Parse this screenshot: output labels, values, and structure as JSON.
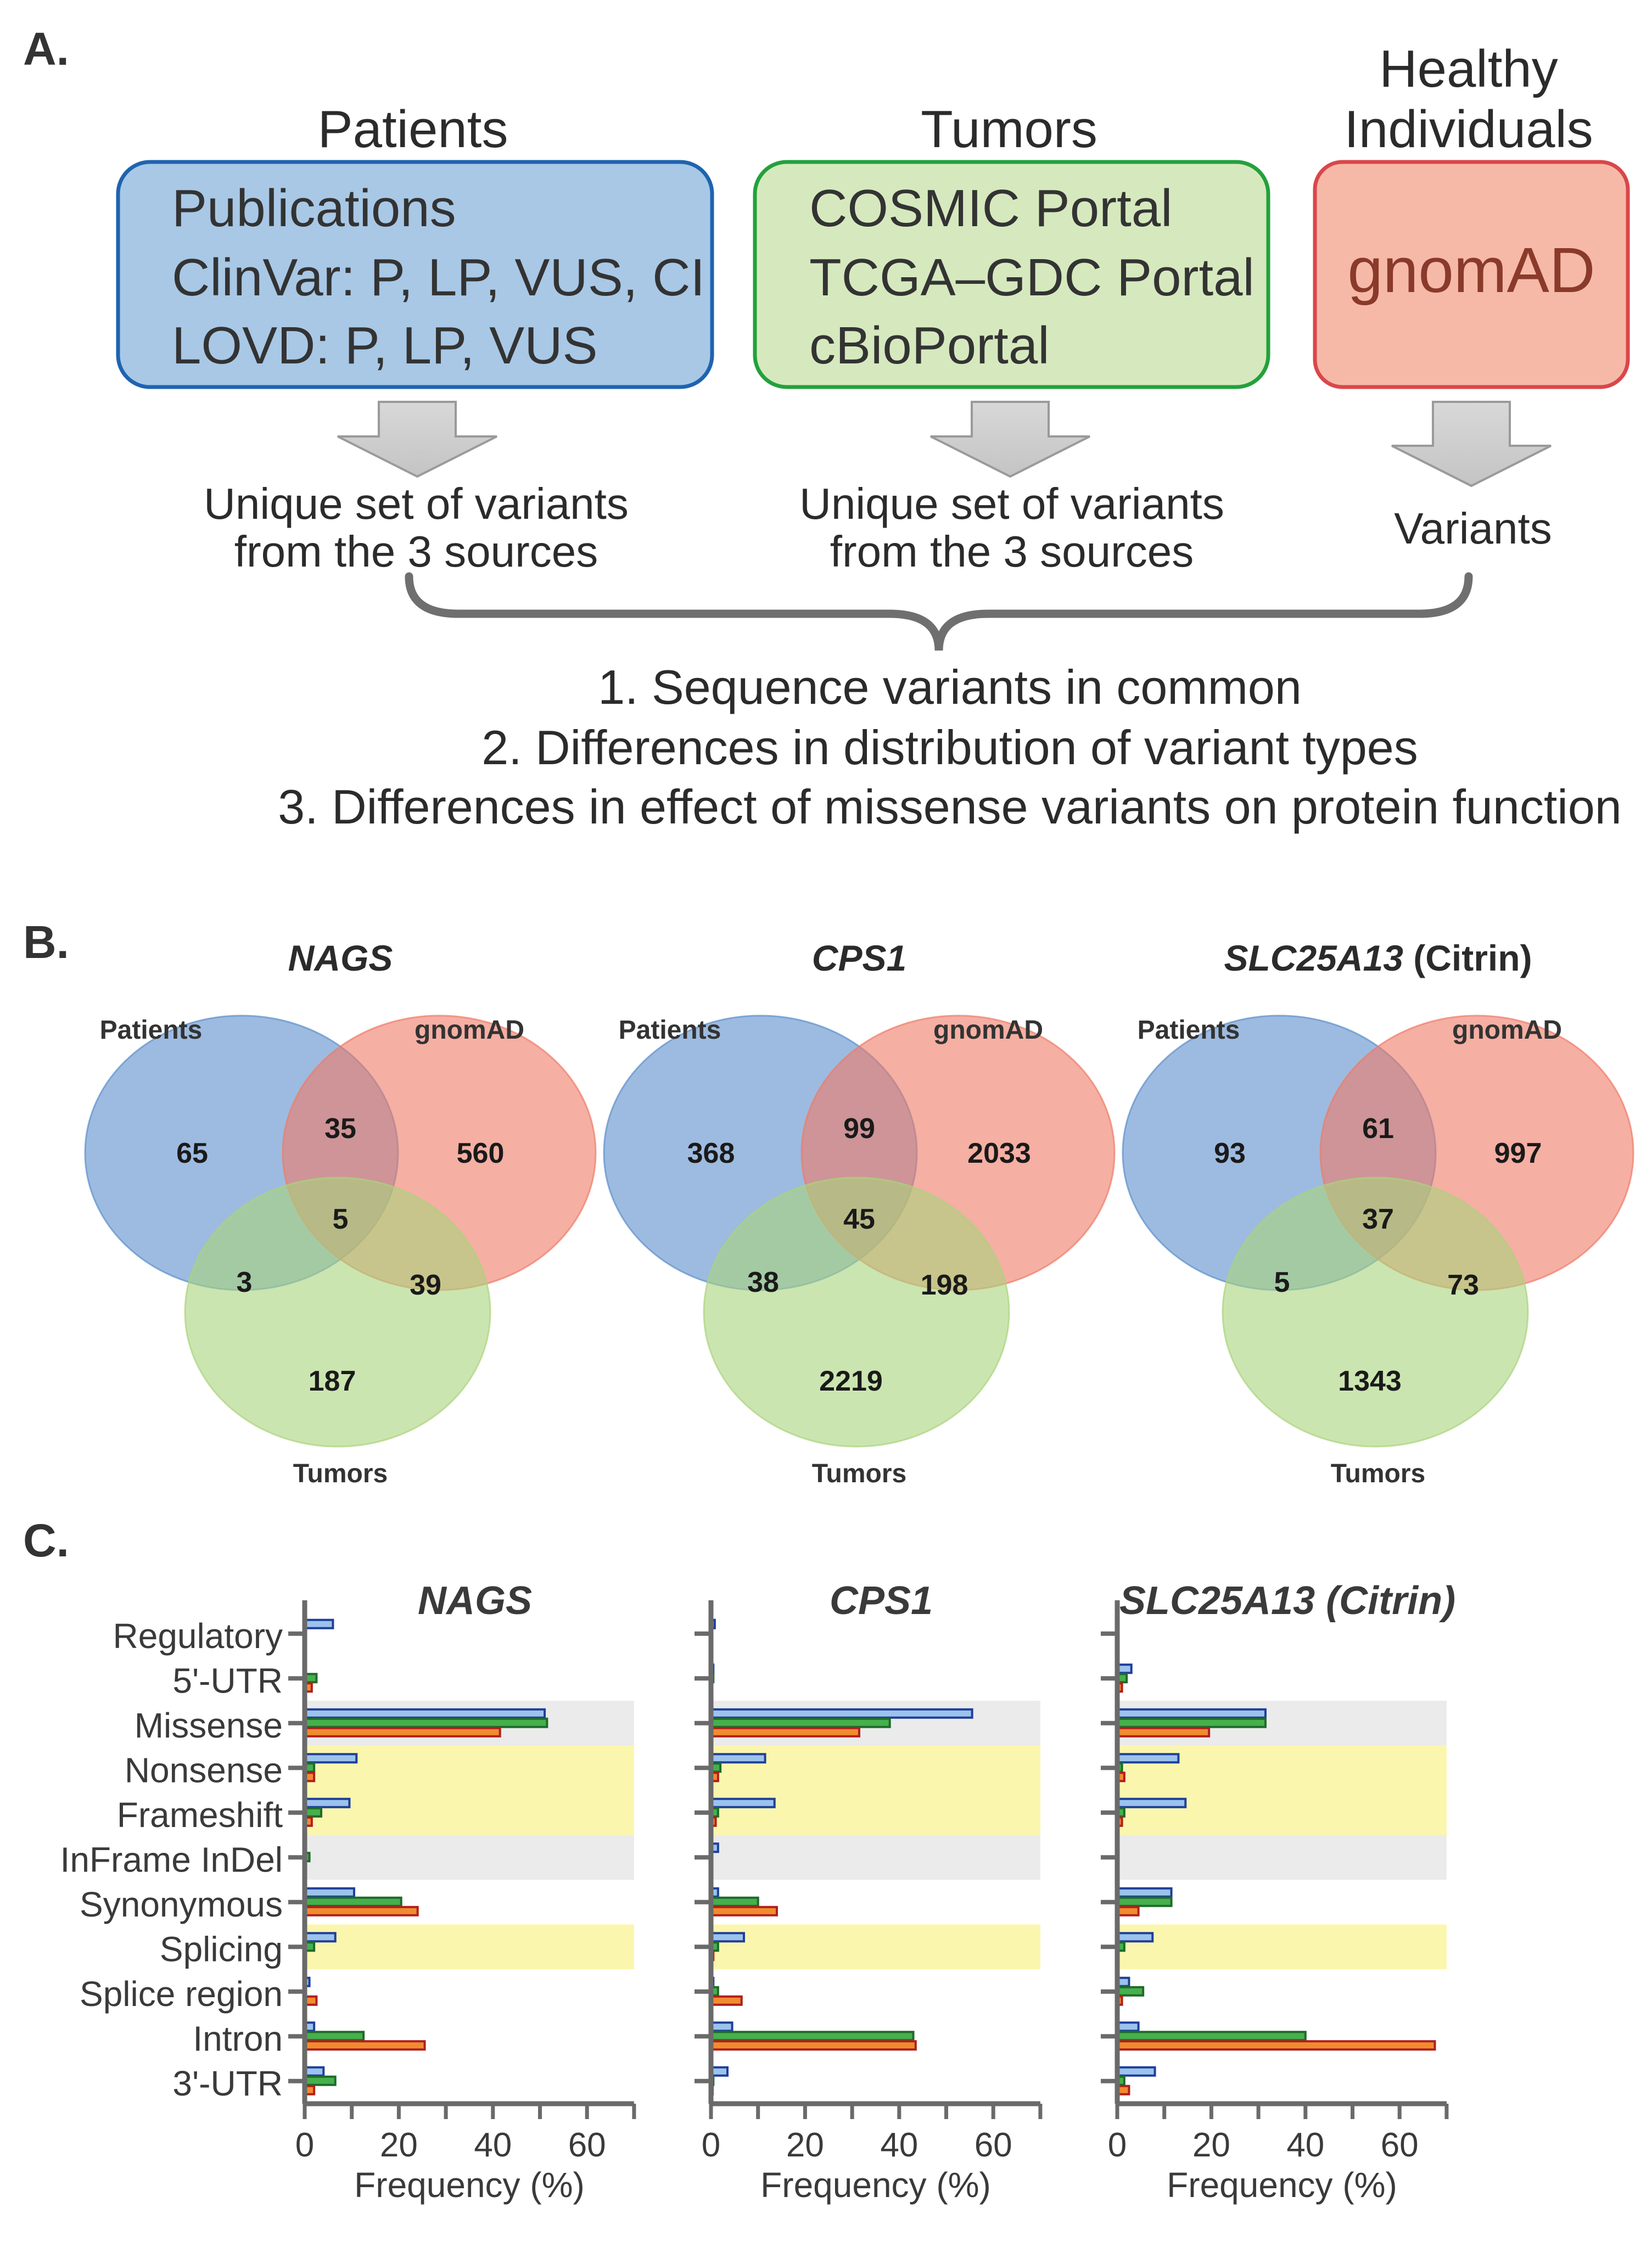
{
  "panel_a": {
    "panel_label": "A.",
    "groups": [
      {
        "title": "Patients",
        "lines": [
          "Publications",
          "ClinVar: P, LP, VUS, CI",
          "LOVD: P, LP, VUS"
        ],
        "fill": "#a8c8e6",
        "stroke": "#1f63b0",
        "text_color": "#333333"
      },
      {
        "title": "Tumors",
        "lines": [
          "COSMIC Portal",
          "TCGA–GDC Portal",
          "cBioPortal"
        ],
        "fill": "#d6e9be",
        "stroke": "#23a13c",
        "text_color": "#333333"
      },
      {
        "title_lines": [
          "Healthy",
          "Individuals"
        ],
        "lines": [
          "gnomAD"
        ],
        "fill": "#f6b9a8",
        "stroke": "#d9474b",
        "text_color": "#8a3a2a"
      }
    ],
    "outputs": [
      [
        "Unique set of variants",
        "from the 3 sources"
      ],
      [
        "Unique set of variants",
        "from the 3 sources"
      ],
      [
        "Variants"
      ]
    ],
    "analyses": [
      "1. Sequence variants in common",
      "2. Differences in distribution of variant types",
      "3. Differences in effect of missense variants on protein function"
    ]
  },
  "panel_b": {
    "panel_label": "B.",
    "colors": {
      "patients": "#5b8ecb",
      "gnomad": "#ef7a66",
      "tumors": "#a9d37c"
    },
    "venns": [
      {
        "title": "NAGS",
        "title_suffix": "",
        "labels": [
          "Patients",
          "gnomAD",
          "Tumors"
        ],
        "values": {
          "p_only": "65",
          "g_only": "560",
          "t_only": "187",
          "pg": "35",
          "pt": "3",
          "gt": "39",
          "pgt": "5"
        }
      },
      {
        "title": "CPS1",
        "title_suffix": "",
        "labels": [
          "Patients",
          "gnomAD",
          "Tumors"
        ],
        "values": {
          "p_only": "368",
          "g_only": "2033",
          "t_only": "2219",
          "pg": "99",
          "pt": "38",
          "gt": "198",
          "pgt": "45"
        }
      },
      {
        "title": "SLC25A13",
        "title_suffix": " (Citrin)",
        "labels": [
          "Patients",
          "gnomAD",
          "Tumors"
        ],
        "values": {
          "p_only": "93",
          "g_only": "997",
          "t_only": "1343",
          "pg": "61",
          "pt": "5",
          "gt": "73",
          "pgt": "37"
        }
      }
    ]
  },
  "panel_c": {
    "panel_label": "C.",
    "series_colors": {
      "fill": [
        "#9cc3ec",
        "#45b04c",
        "#f08c2e"
      ],
      "stroke": [
        "#1f3f9a",
        "#1e6b2a",
        "#b01e1e"
      ]
    },
    "highlight_colors": {
      "grey": "#ebebeb",
      "yellow": "#fbf6ad"
    }
  },
  "chart_data": [
    {
      "type": "bar",
      "title": "NAGS",
      "xlabel": "Frequency (%)",
      "categories": [
        "Regulatory",
        "5'-UTR",
        "Missense",
        "Nonsense",
        "Frameshift",
        "InFrame InDel",
        "Synonymous",
        "Splicing",
        "Splice region",
        "Intron",
        "3'-UTR"
      ],
      "series": [
        {
          "values": [
            6,
            0,
            51,
            11,
            9.5,
            0,
            10.5,
            6.5,
            1,
            2,
            4
          ]
        },
        {
          "values": [
            0,
            2.5,
            51.5,
            2,
            3.5,
            1,
            20.5,
            2,
            0,
            12.5,
            6.5
          ]
        },
        {
          "values": [
            0,
            1.5,
            41.5,
            2,
            1.5,
            0,
            24,
            0,
            2.5,
            25.5,
            2
          ]
        }
      ],
      "xlim": [
        0,
        70
      ],
      "xticks": [
        0,
        20,
        40,
        60
      ],
      "highlight_bands": [
        {
          "color": "grey",
          "categories": [
            "Missense"
          ]
        },
        {
          "color": "yellow",
          "categories": [
            "Nonsense",
            "Frameshift"
          ]
        },
        {
          "color": "grey",
          "categories": [
            "InFrame InDel"
          ]
        },
        {
          "color": "yellow",
          "categories": [
            "Splicing"
          ]
        }
      ]
    },
    {
      "type": "bar",
      "title": "CPS1",
      "xlabel": "Frequency (%)",
      "categories": [
        "Regulatory",
        "5'-UTR",
        "Missense",
        "Nonsense",
        "Frameshift",
        "InFrame InDel",
        "Synonymous",
        "Splicing",
        "Splice region",
        "Intron",
        "3'-UTR"
      ],
      "series": [
        {
          "values": [
            0.8,
            0.5,
            55.5,
            11.5,
            13.5,
            1.5,
            1.5,
            7,
            0.5,
            4.5,
            3.5
          ]
        },
        {
          "values": [
            0,
            0.5,
            38,
            2,
            1.5,
            0,
            10,
            1.5,
            1.5,
            43,
            0.5
          ]
        },
        {
          "values": [
            0,
            0,
            31.5,
            1.5,
            1,
            0,
            14,
            0.5,
            6.5,
            43.5,
            0.3
          ]
        }
      ],
      "xlim": [
        0,
        70
      ],
      "xticks": [
        0,
        20,
        40,
        60
      ],
      "highlight_bands": [
        {
          "color": "grey",
          "categories": [
            "Missense"
          ]
        },
        {
          "color": "yellow",
          "categories": [
            "Nonsense",
            "Frameshift"
          ]
        },
        {
          "color": "grey",
          "categories": [
            "InFrame InDel"
          ]
        },
        {
          "color": "yellow",
          "categories": [
            "Splicing"
          ]
        }
      ]
    },
    {
      "type": "bar",
      "title": "SLC25A13 (Citrin)",
      "xlabel": "Frequency (%)",
      "categories": [
        "Regulatory",
        "5'-UTR",
        "Missense",
        "Nonsense",
        "Frameshift",
        "InFrame InDel",
        "Synonymous",
        "Splicing",
        "Splice region",
        "Intron",
        "3'-UTR"
      ],
      "series": [
        {
          "values": [
            0,
            3,
            31.5,
            13,
            14.5,
            0,
            11.5,
            7.5,
            2.5,
            4.5,
            8
          ]
        },
        {
          "values": [
            0,
            2,
            31.5,
            1,
            1.5,
            0,
            11.5,
            1.5,
            5.5,
            40,
            1.5
          ]
        },
        {
          "values": [
            0,
            1,
            19.5,
            1.5,
            1,
            0,
            4.5,
            0,
            1,
            67.5,
            2.5
          ]
        }
      ],
      "xlim": [
        0,
        70
      ],
      "xticks": [
        0,
        20,
        40,
        60
      ],
      "highlight_bands": [
        {
          "color": "grey",
          "categories": [
            "Missense"
          ]
        },
        {
          "color": "yellow",
          "categories": [
            "Nonsense",
            "Frameshift"
          ]
        },
        {
          "color": "grey",
          "categories": [
            "InFrame InDel"
          ]
        },
        {
          "color": "yellow",
          "categories": [
            "Splicing"
          ]
        }
      ]
    }
  ]
}
